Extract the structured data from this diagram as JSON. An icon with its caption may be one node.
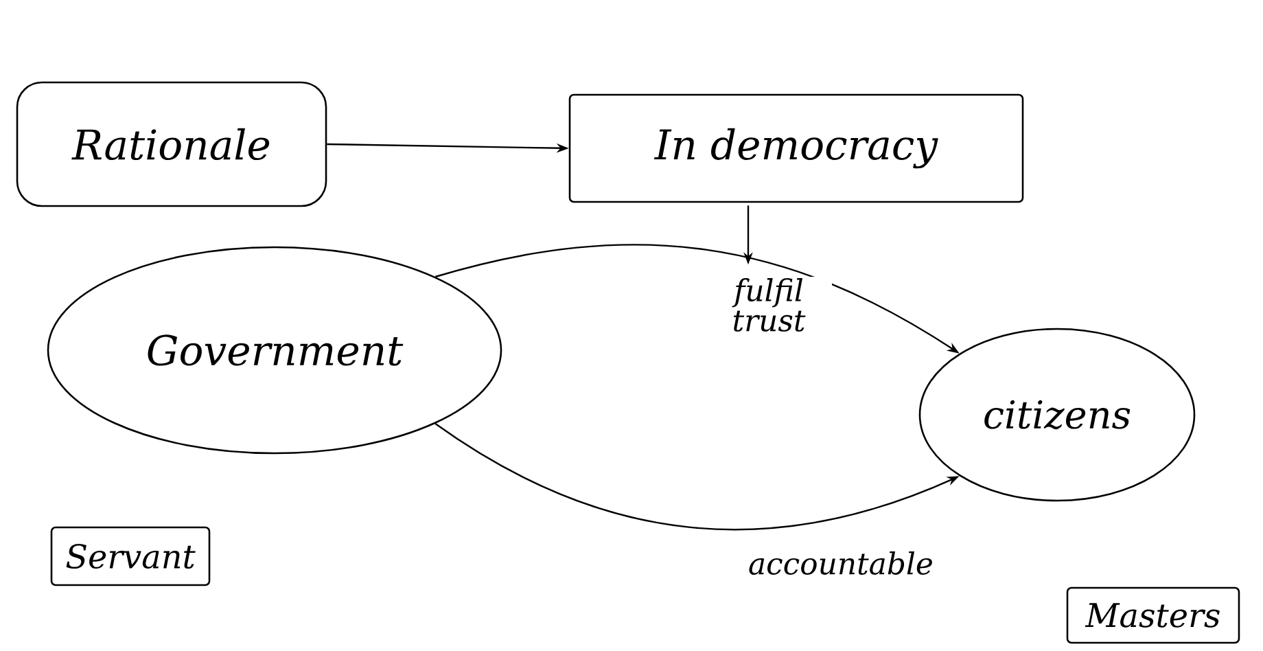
{
  "diagram": {
    "nodes": [
      {
        "text": [
          "Rationale"
        ]
      },
      {
        "text": [
          "In democracy"
        ]
      },
      {
        "text": [
          "Government"
        ]
      },
      {
        "text": [
          "citizens"
        ]
      },
      {
        "text": [
          "Servant"
        ]
      },
      {
        "text": [
          "Masters"
        ]
      }
    ],
    "edges": [
      {
        "from": 0,
        "to": 1,
        "arrow": "to"
      },
      {
        "from": 1,
        "to": null,
        "arrow": "to"
      },
      {
        "from": 2,
        "to": 3,
        "arrow": "to",
        "label": "fulfil trust"
      },
      {
        "from": 2,
        "to": 3,
        "arrow": "to",
        "label": "accountable"
      }
    ]
  }
}
